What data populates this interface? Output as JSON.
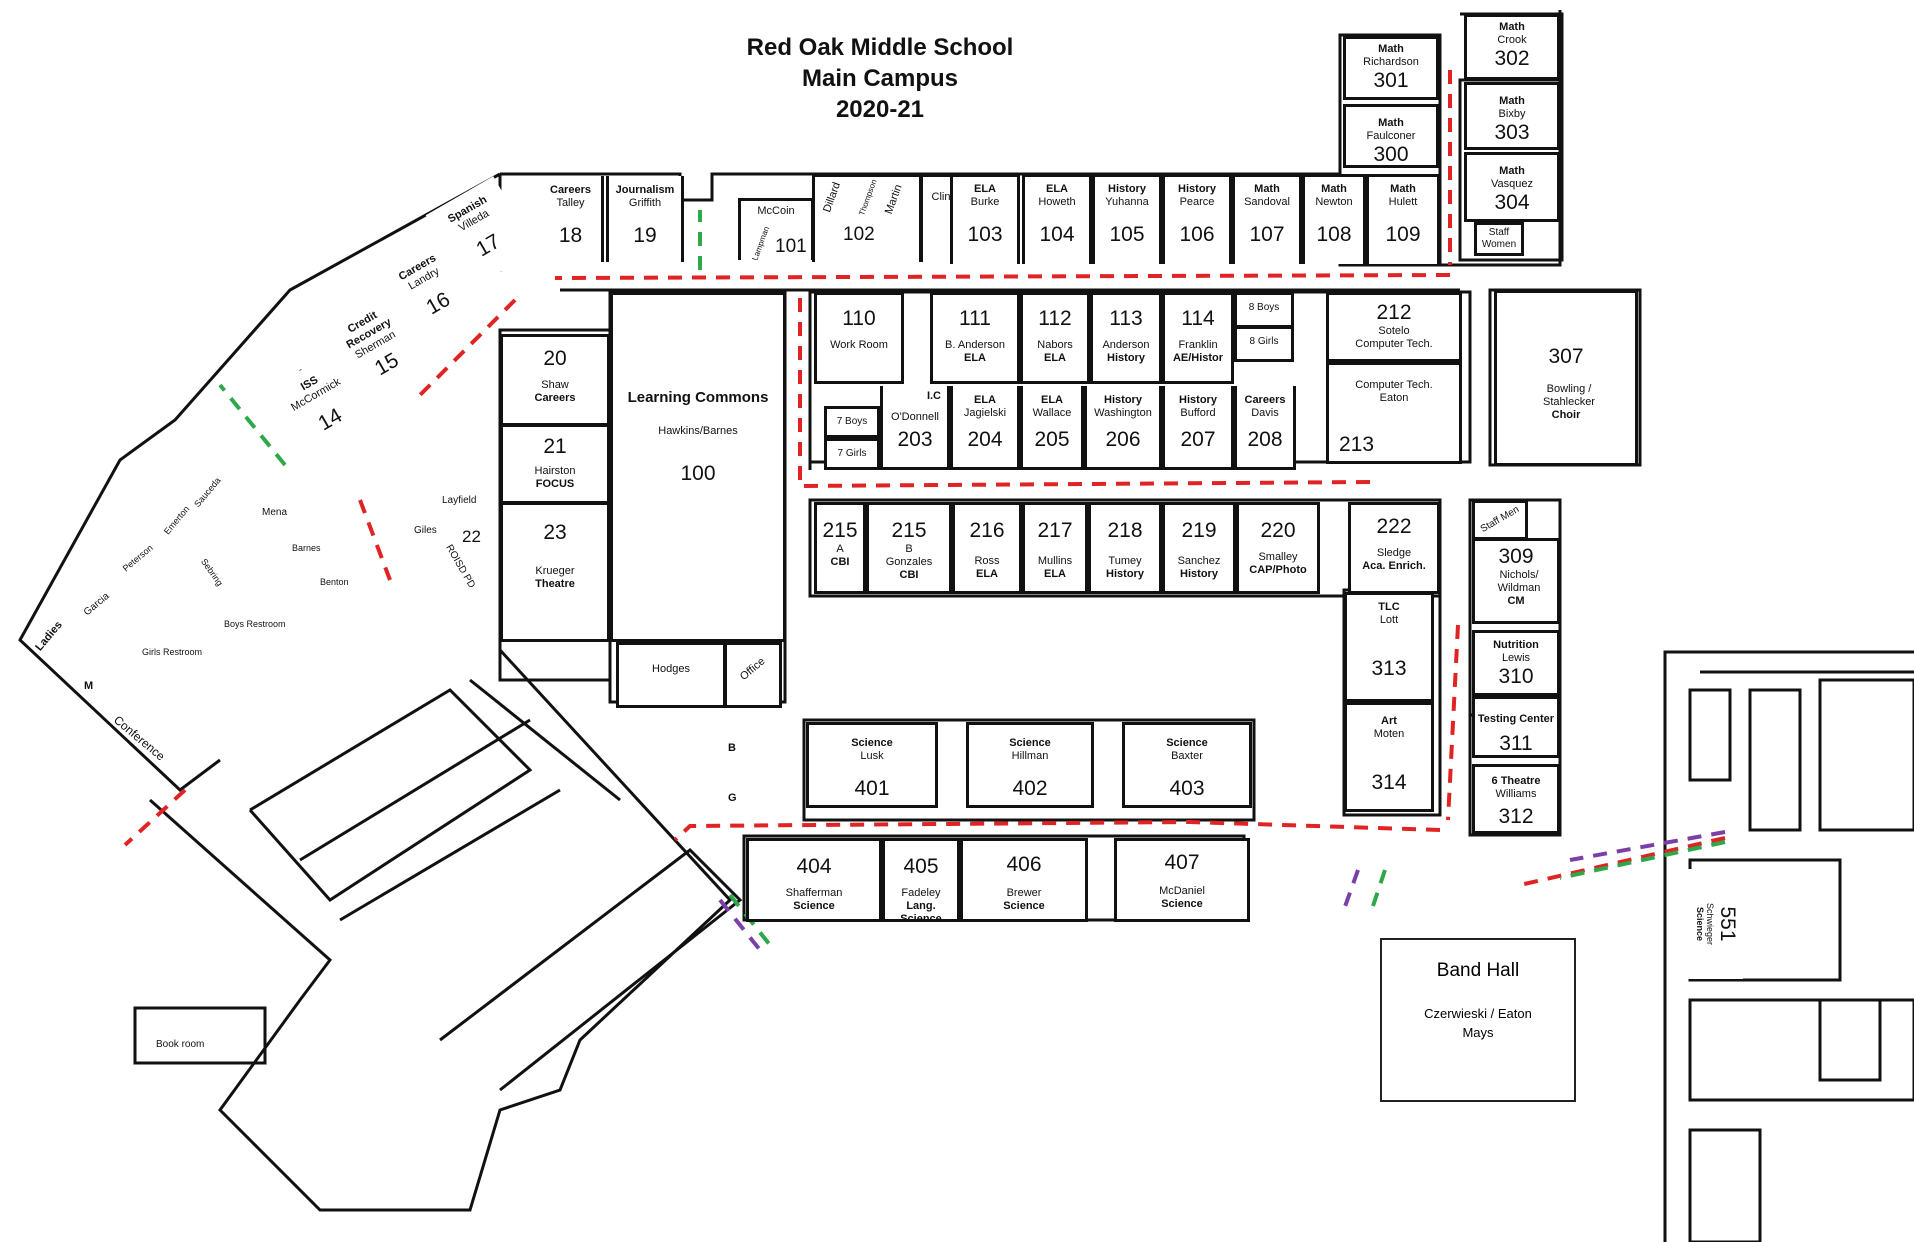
{
  "title": {
    "line1": "Red Oak Middle School",
    "line2": "Main Campus",
    "line3": "2020-21"
  },
  "rooms": {
    "r301": {
      "subject": "Math",
      "teacher": "Richardson",
      "number": "301"
    },
    "r302": {
      "subject": "Math",
      "teacher": "Crook",
      "number": "302"
    },
    "r300": {
      "subject": "Math",
      "teacher": "Faulconer",
      "number": "300"
    },
    "r303": {
      "subject": "Math",
      "teacher": "Bixby",
      "number": "303"
    },
    "r304": {
      "subject": "Math",
      "teacher": "Vasquez",
      "number": "304"
    },
    "staff_women": "Staff Women",
    "r18": {
      "subject": "Careers",
      "teacher": "Talley",
      "number": "18"
    },
    "r19": {
      "subject": "Journalism",
      "teacher": "Griffith",
      "number": "19"
    },
    "r17": {
      "subject": "Spanish",
      "teacher": "Villeda",
      "number": "17"
    },
    "r16": {
      "subject": "Careers",
      "teacher": "Landry",
      "number": "16"
    },
    "r15": {
      "subject": "Credit Recovery",
      "teacher": "Sherman",
      "number": "15"
    },
    "r14": {
      "subject": "ISS",
      "teacher": "McCormick",
      "number": "14"
    },
    "r101": {
      "teacher": "McCoin",
      "extra": "Lampman",
      "number": "101"
    },
    "r102": {
      "t1": "Dillard",
      "t2": "Thompson",
      "t3": "Martin",
      "number": "102"
    },
    "clinic": "Clinic",
    "r103": {
      "subject": "ELA",
      "teacher": "Burke",
      "number": "103"
    },
    "r104": {
      "subject": "ELA",
      "teacher": "Howeth",
      "number": "104"
    },
    "r105": {
      "subject": "History",
      "teacher": "Yuhanna",
      "number": "105"
    },
    "r106": {
      "subject": "History",
      "teacher": "Pearce",
      "number": "106"
    },
    "r107": {
      "subject": "Math",
      "teacher": "Sandoval",
      "number": "107"
    },
    "r108": {
      "subject": "Math",
      "teacher": "Newton",
      "number": "108"
    },
    "r109": {
      "subject": "Math",
      "teacher": "Hulett",
      "number": "109"
    },
    "r110": {
      "number": "110",
      "name": "Work Room"
    },
    "r111": {
      "number": "111",
      "teacher": "B. Anderson",
      "subject": "ELA"
    },
    "r112": {
      "number": "112",
      "teacher": "Nabors",
      "subject": "ELA"
    },
    "r113": {
      "number": "113",
      "teacher": "Anderson",
      "subject": "History"
    },
    "r114": {
      "number": "114",
      "teacher": "Franklin",
      "subject": "AE/Histor"
    },
    "boys8": "8 Boys",
    "girls8": "8 Girls",
    "r212": {
      "number": "212",
      "teacher": "Sotelo",
      "subject": "Computer Tech."
    },
    "r213": {
      "number": "213",
      "subject": "Computer Tech.",
      "teacher": "Eaton"
    },
    "r307": {
      "number": "307",
      "teacher": "Bowling / Stahlecker",
      "subject": "Choir"
    },
    "r20": {
      "number": "20",
      "teacher": "Shaw",
      "subject": "Careers"
    },
    "r21": {
      "number": "21",
      "teacher": "Hairston",
      "subject": "FOCUS"
    },
    "r23": {
      "number": "23",
      "teacher": "Krueger",
      "subject": "Theatre"
    },
    "r100": {
      "name": "Learning Commons",
      "teacher": "Hawkins/Barnes",
      "number": "100"
    },
    "boys7": "7 Boys",
    "girls7": "7 Girls",
    "r203": {
      "code": "I.C",
      "teacher": "O'Donnell",
      "number": "203"
    },
    "r204": {
      "subject": "ELA",
      "teacher": "Jagielski",
      "number": "204"
    },
    "r205": {
      "subject": "ELA",
      "teacher": "Wallace",
      "number": "205"
    },
    "r206": {
      "subject": "History",
      "teacher": "Washington",
      "number": "206"
    },
    "r207": {
      "subject": "History",
      "teacher": "Bufford",
      "number": "207"
    },
    "r208": {
      "subject": "Careers",
      "teacher": "Davis",
      "number": "208"
    },
    "r215a": {
      "number": "215",
      "code": "A",
      "subject": "CBI"
    },
    "r215b": {
      "number": "215",
      "code": "B",
      "teacher": "Gonzales",
      "subject": "CBI"
    },
    "r216": {
      "number": "216",
      "teacher": "Ross",
      "subject": "ELA"
    },
    "r217": {
      "number": "217",
      "teacher": "Mullins",
      "subject": "ELA"
    },
    "r218": {
      "number": "218",
      "teacher": "Tumey",
      "subject": "History"
    },
    "r219": {
      "number": "219",
      "teacher": "Sanchez",
      "subject": "History"
    },
    "r220": {
      "number": "220",
      "teacher": "Smalley",
      "subject": "CAP/Photo"
    },
    "r222": {
      "number": "222",
      "teacher": "Sledge",
      "subject": "Aca. Enrich."
    },
    "staff_men": "Staff Men",
    "r309": {
      "number": "309",
      "teacher": "Nichols/ Wildman",
      "subject": "CM"
    },
    "r313": {
      "subject": "TLC",
      "teacher": "Lott",
      "number": "313"
    },
    "r310": {
      "subject": "Nutrition",
      "teacher": "Lewis",
      "number": "310"
    },
    "r311": {
      "subject": "Testing Center",
      "number": "311"
    },
    "r314": {
      "subject": "Art",
      "teacher": "Moten",
      "number": "314"
    },
    "r312": {
      "subject": "6 Theatre",
      "teacher": "Williams",
      "number": "312"
    },
    "r401": {
      "subject": "Science",
      "teacher": "Lusk",
      "number": "401"
    },
    "r402": {
      "subject": "Science",
      "teacher": "Hillman",
      "number": "402"
    },
    "r403": {
      "subject": "Science",
      "teacher": "Baxter",
      "number": "403"
    },
    "r404": {
      "number": "404",
      "teacher": "Shafferman",
      "subject": "Science"
    },
    "r405": {
      "number": "405",
      "teacher": "Fadeley",
      "subject": "Lang. Science"
    },
    "r406": {
      "number": "406",
      "teacher": "Brewer",
      "subject": "Science"
    },
    "r407": {
      "number": "407",
      "teacher": "McDaniel",
      "subject": "Science"
    },
    "r551": {
      "number": "551",
      "teacher": "Schwieger",
      "subject": "Science"
    },
    "r22": {
      "number": "22",
      "name": "ROISD PD"
    },
    "hodges": "Hodges",
    "office": "Office",
    "b_label": "B",
    "g_label": "G",
    "layfield": "Layfield",
    "giles": "Giles",
    "mena": "Mena",
    "barnes": "Barnes",
    "benton": "Benton",
    "sauceda": "Sauceda",
    "emerton": "Emerton",
    "peterson": "Peterson",
    "sebring": "Sebring",
    "garcia": "Garcia",
    "boys_restroom": "Boys Restroom",
    "girls_restroom": "Girls Restroom",
    "ladies": "Ladies",
    "m_label": "M",
    "conference": "Conference",
    "book_room": "Book room"
  },
  "band_hall": {
    "name": "Band Hall",
    "teachers1": "Czerwieski / Eaton",
    "teachers2": "Mays"
  },
  "route_colors": {
    "red": "#e02424",
    "green": "#2ea84a",
    "purple": "#7b3fa8"
  }
}
